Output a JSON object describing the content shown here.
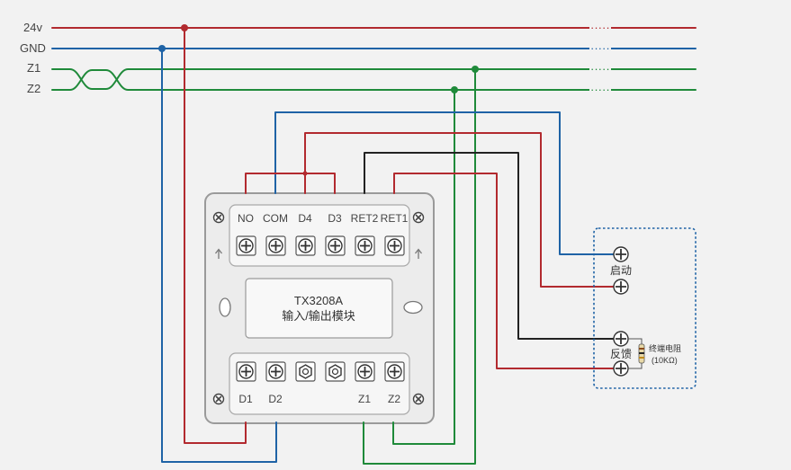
{
  "colors": {
    "red": "#b22a2f",
    "blue": "#1f63a6",
    "green": "#1f8a3a",
    "black": "#222222"
  },
  "rails": [
    {
      "label": "24v",
      "color": "red",
      "break": "·····"
    },
    {
      "label": "GND",
      "color": "blue",
      "break": "·····"
    },
    {
      "label": "Z1",
      "color": "green",
      "break": "·····"
    },
    {
      "label": "Z2",
      "color": "green",
      "break": "·····"
    }
  ],
  "module": {
    "title": "TX3208A",
    "subtitle": "输入/输出模块",
    "top_terminals": [
      "NO",
      "COM",
      "D4",
      "D3",
      "RET2",
      "RET1"
    ],
    "bottom_terminals": [
      "D1",
      "D2",
      "",
      "",
      "Z1",
      "Z2"
    ],
    "bottom_terminal_types": [
      "screw",
      "screw",
      "hex",
      "hex",
      "screw",
      "screw"
    ]
  },
  "external": {
    "start_label": "启动",
    "feedback_label": "反馈",
    "resistor_label": "终端电阻",
    "resistor_value": "(10KΩ)"
  }
}
